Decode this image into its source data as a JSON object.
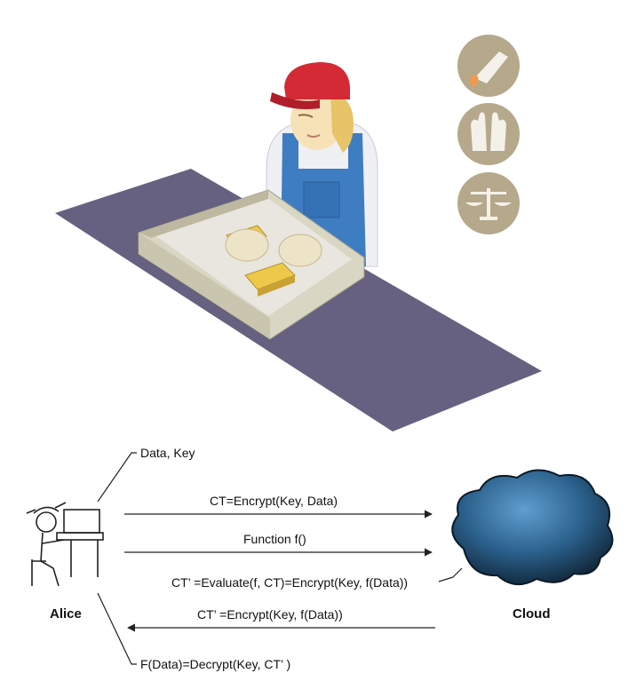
{
  "diagram": {
    "alice": {
      "label": "Alice"
    },
    "cloud": {
      "label": "Cloud"
    },
    "alice_inputs": "Data, Key",
    "alice_output": "F(Data)=Decrypt(Key, CT’ )",
    "cloud_evaluation": "CT’ =Evaluate(f, CT)=Encrypt(Key, f(Data))",
    "arrows": [
      {
        "label": "CT=Encrypt(Key, Data)",
        "direction": "Alice to Cloud"
      },
      {
        "label": "Function f()",
        "direction": "Alice to Cloud"
      },
      {
        "label": "CT’ =Encrypt(Key, f(Data))",
        "direction": "Cloud to Alice"
      }
    ]
  },
  "illustration": {
    "subject": "worker in glovebox",
    "side_icons": [
      "torch-icon",
      "gloves-icon",
      "scale-icon"
    ],
    "colors": {
      "table": "#666180",
      "icon_circle": "#b5a88b",
      "cap": "#d32a35",
      "overalls": "#3f7dc2",
      "gold": "#ecc94b",
      "cloud": "#2a5f8a"
    }
  }
}
